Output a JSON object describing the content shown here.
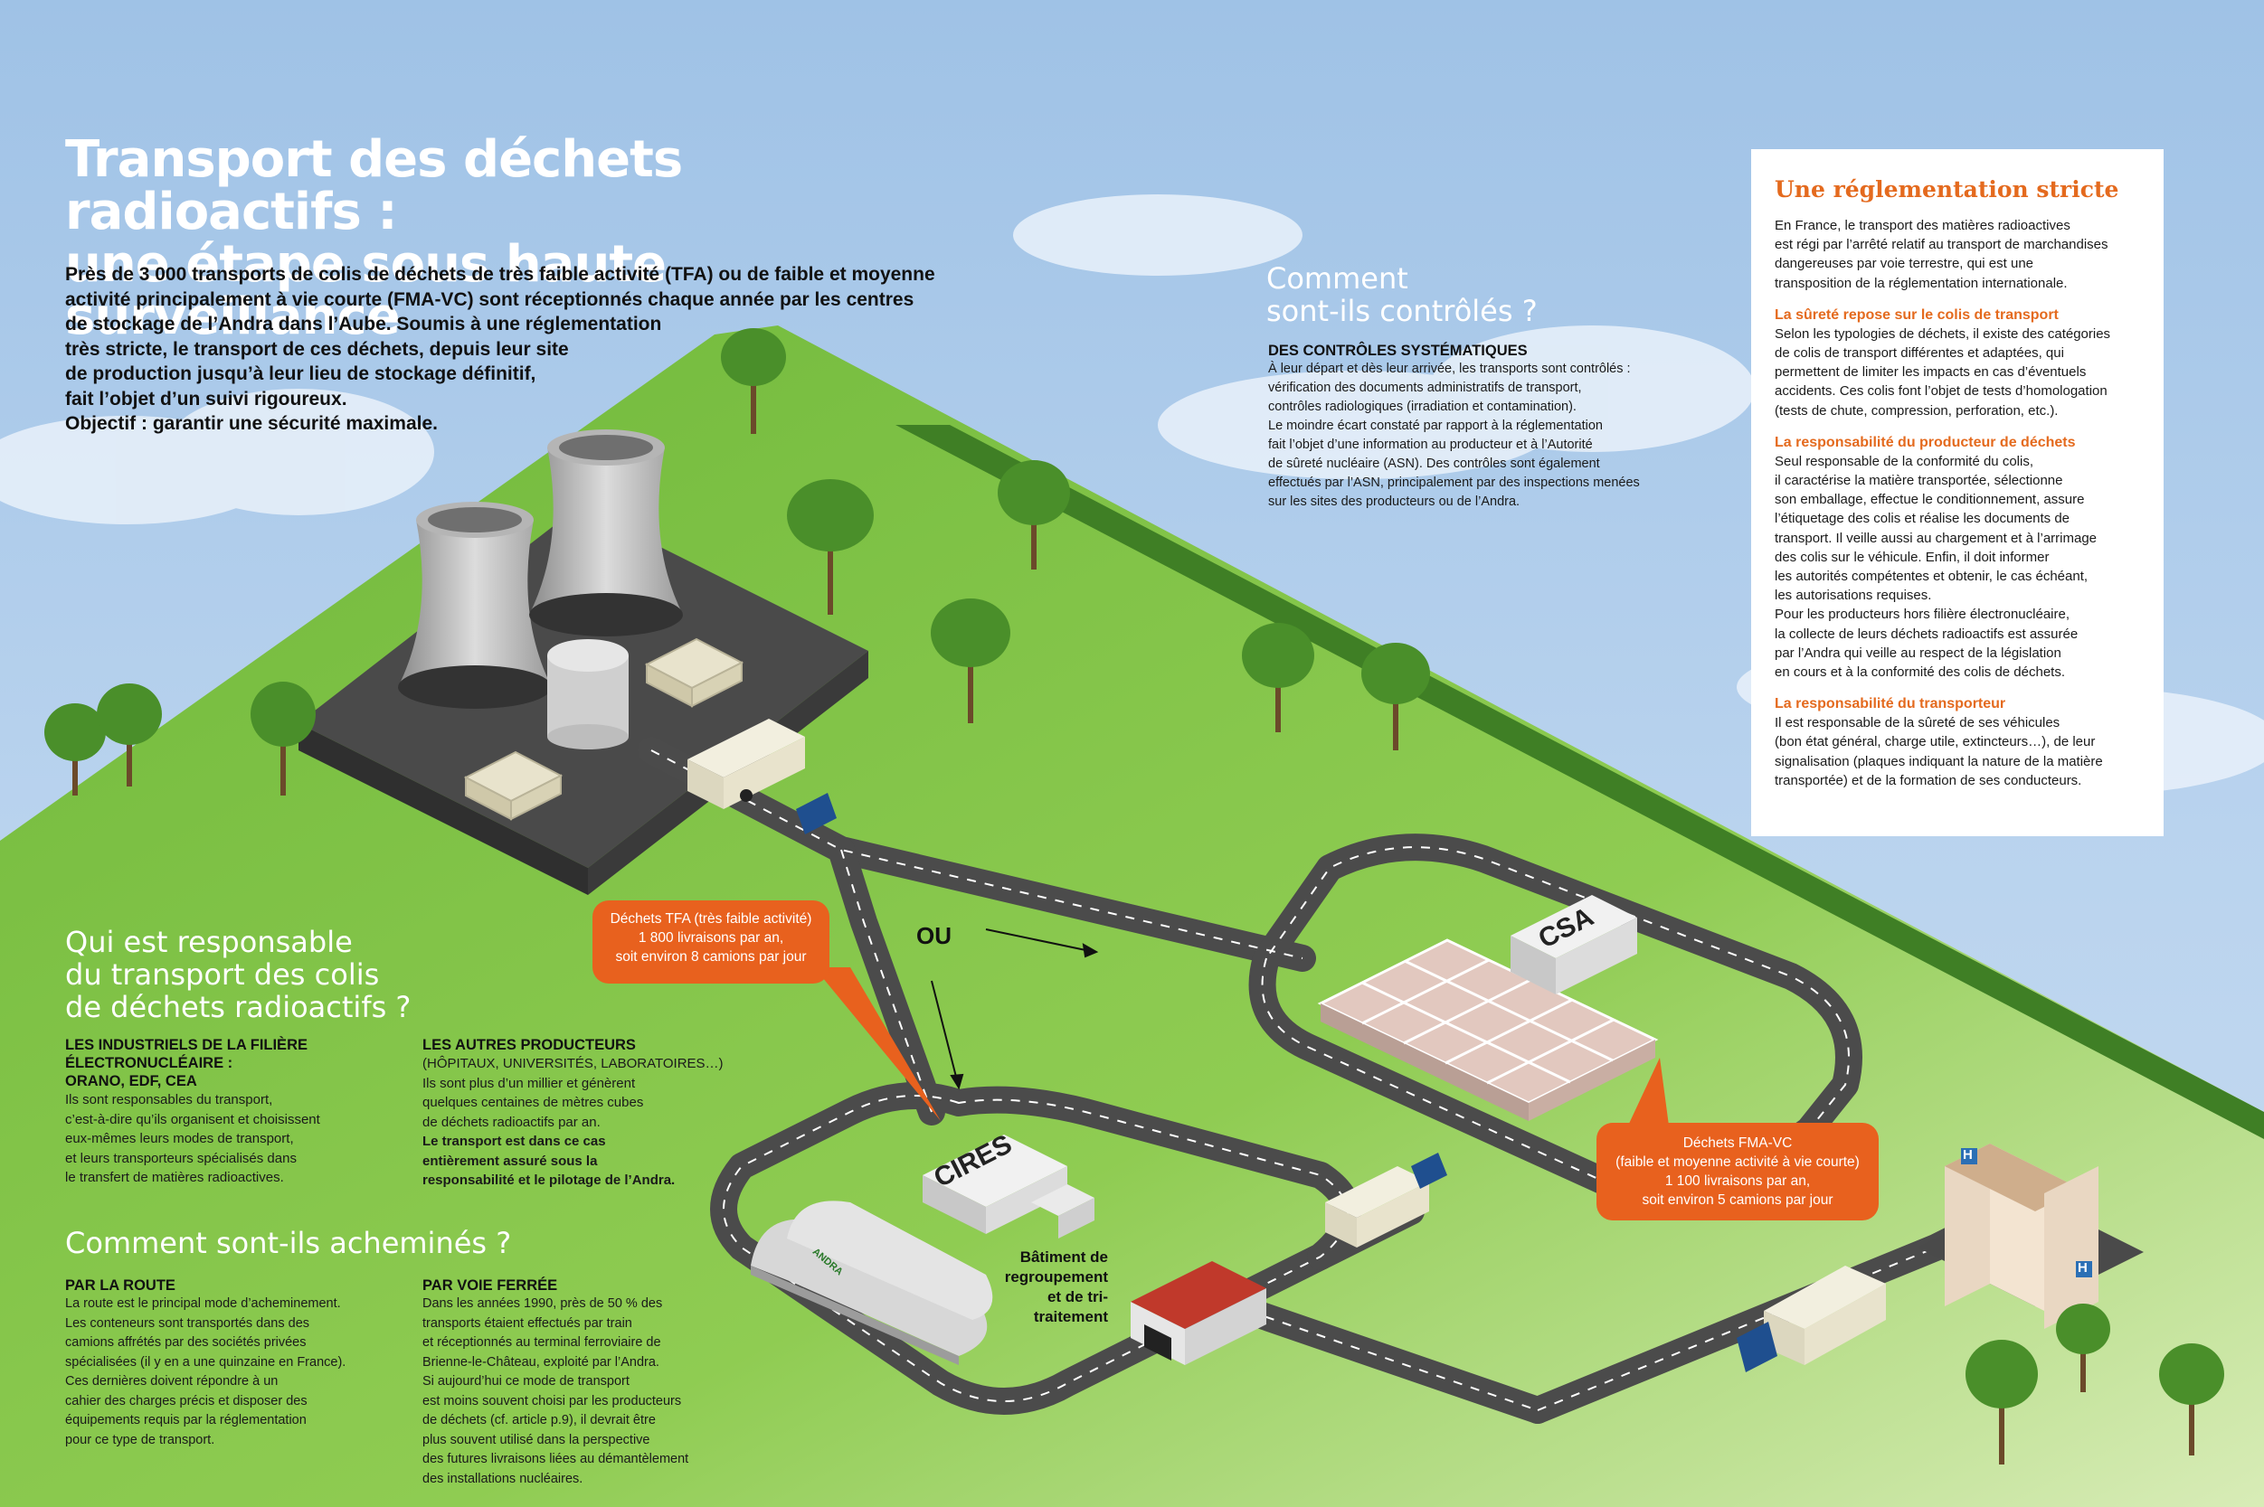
{
  "title": [
    "Transport des déchets radioactifs :",
    "une étape sous haute surveillance"
  ],
  "intro": [
    "Près de 3 000 transports de colis de déchets de très faible activité (TFA) ou de faible et moyenne",
    "activité principalement à vie courte (FMA-VC) sont réceptionnés chaque année par les centres",
    "de stockage de l’Andra dans l’Aube. Soumis à une réglementation",
    "très stricte, le transport de ces déchets, depuis leur site",
    "de production jusqu’à leur lieu de stockage définitif,",
    "fait l’objet d’un suivi rigoureux.",
    "Objectif : garantir une sécurité maximale."
  ],
  "controles": {
    "title": [
      "Comment",
      "sont-ils contrôlés ?"
    ],
    "subtitle": "DES CONTRÔLES SYSTÉMATIQUES",
    "body": [
      "À leur départ et dès leur arrivée, les transports sont contrôlés :",
      "vérification des documents administratifs de transport,",
      "contrôles radiologiques (irradiation et contamination).",
      "Le moindre écart constaté par rapport à la réglementation",
      "fait l’objet d’une information au producteur et à l’Autorité",
      "de sûreté nucléaire (ASN). Des contrôles sont également",
      "effectués par l’ASN, principalement par des inspections menées",
      "sur les sites des producteurs ou de l’Andra."
    ]
  },
  "reglementation": {
    "title": "Une réglementation stricte",
    "intro": [
      "En France, le transport des matières radioactives",
      "est régi par l’arrêté relatif au transport de marchandises",
      "dangereuses par voie terrestre, qui est une",
      "transposition de la réglementation internationale."
    ],
    "sections": [
      {
        "heading": "La sûreté repose sur le colis de transport",
        "lines": [
          "Selon les typologies de déchets, il existe des catégories",
          "de colis de transport différentes et adaptées, qui",
          "permettent de limiter les impacts en cas d’éventuels",
          "accidents. Ces colis font l’objet de tests d’homologation",
          "(tests de chute, compression, perforation, etc.)."
        ]
      },
      {
        "heading": "La responsabilité du producteur de déchets",
        "lines": [
          "Seul responsable de la conformité du colis,",
          "il caractérise la matière transportée, sélectionne",
          "son emballage, effectue le conditionnement, assure",
          "l’étiquetage des colis et réalise les documents de",
          "transport. Il veille aussi au chargement et à l’arrimage",
          "des colis sur le véhicule. Enfin, il doit informer",
          "les autorités compétentes et obtenir, le cas échéant,",
          "les autorisations requises.",
          "Pour les producteurs hors filière électronucléaire,",
          "la collecte de leurs déchets radioactifs est assurée",
          "par l’Andra qui veille au respect de la législation",
          "en cours et à la conformité des colis de déchets."
        ]
      },
      {
        "heading": "La responsabilité du transporteur",
        "lines": [
          "Il est responsable de la sûreté de ses véhicules",
          "(bon état général, charge utile, extincteurs…), de leur",
          "signalisation (plaques indiquant la nature de la matière",
          "transportée) et de la formation de ses conducteurs."
        ]
      }
    ]
  },
  "responsable": {
    "title": [
      "Qui est responsable",
      "du transport des colis",
      "de déchets radioactifs ?"
    ],
    "industriels": {
      "heading": [
        "LES INDUSTRIELS DE LA FILIÈRE",
        "ÉLECTRONUCLÉAIRE :",
        "ORANO, EDF, CEA"
      ],
      "lines": [
        "Ils sont responsables du transport,",
        "c’est-à-dire qu’ils organisent et choisissent",
        "eux-mêmes leurs modes de transport,",
        "et leurs transporteurs spécialisés dans",
        "le transfert de matières radioactives."
      ]
    },
    "autres": {
      "heading": "LES AUTRES PRODUCTEURS",
      "subheading": "(HÔPITAUX, UNIVERSITÉS, LABORATOIRES…)",
      "lines": [
        "Ils sont plus d’un millier et génèrent",
        "quelques centaines de mètres cubes",
        "de déchets radioactifs par an."
      ],
      "bold_lines": [
        "Le transport est dans ce cas",
        "entièrement assuré sous la",
        "responsabilité et le pilotage de l’Andra."
      ]
    }
  },
  "acheminement": {
    "title": "Comment sont-ils acheminés ?",
    "route": {
      "heading": "PAR LA ROUTE",
      "lines": [
        "La route est le principal mode d’acheminement.",
        "Les conteneurs sont transportés dans des",
        "camions affrétés par des sociétés privées",
        "spécialisées (il y en a une quinzaine en France).",
        "Ces dernières doivent répondre à un",
        "cahier des charges précis et disposer des",
        "équipements requis par la réglementation",
        "pour ce type de transport."
      ]
    },
    "ferree": {
      "heading": "PAR VOIE FERRÉE",
      "lines": [
        "Dans les années 1990, près de 50 % des",
        "transports étaient effectués par train",
        "et réceptionnés au terminal ferroviaire de",
        "Brienne-le-Château, exploité par l’Andra.",
        "Si aujourd’hui ce mode de transport",
        "est moins souvent choisi par les producteurs",
        "de déchets (cf. article p.9), il devrait être",
        "plus souvent utilisé dans la perspective",
        "des futures livraisons liées au démantèlement",
        "des installations nucléaires."
      ]
    }
  },
  "callouts": {
    "tfa": [
      "Déchets TFA (très faible activité)",
      "1 800 livraisons par an,",
      "soit environ 8 camions par jour"
    ],
    "fma": [
      "Déchets FMA-VC",
      "(faible et moyenne activité à vie courte)",
      "1 100 livraisons par an,",
      "soit environ 5 camions par jour"
    ]
  },
  "labels": {
    "ou": "OU",
    "csa": "CSA",
    "cires": "CIRES",
    "andra": "ANDRA",
    "hospital": "H",
    "batiment": [
      "Bâtiment de",
      "regroupement",
      "et de tri-",
      "traitement"
    ]
  },
  "colors": {
    "sky": "#8fb6de",
    "grass": "#7cc243",
    "road": "#4a4a4a",
    "accent": "#e8611e",
    "panel_title": "#e46a1e"
  },
  "icons": [
    "radioactive-truck-icon",
    "cooling-tower-icon",
    "tree-icon",
    "hospital-icon",
    "warehouse-icon"
  ]
}
